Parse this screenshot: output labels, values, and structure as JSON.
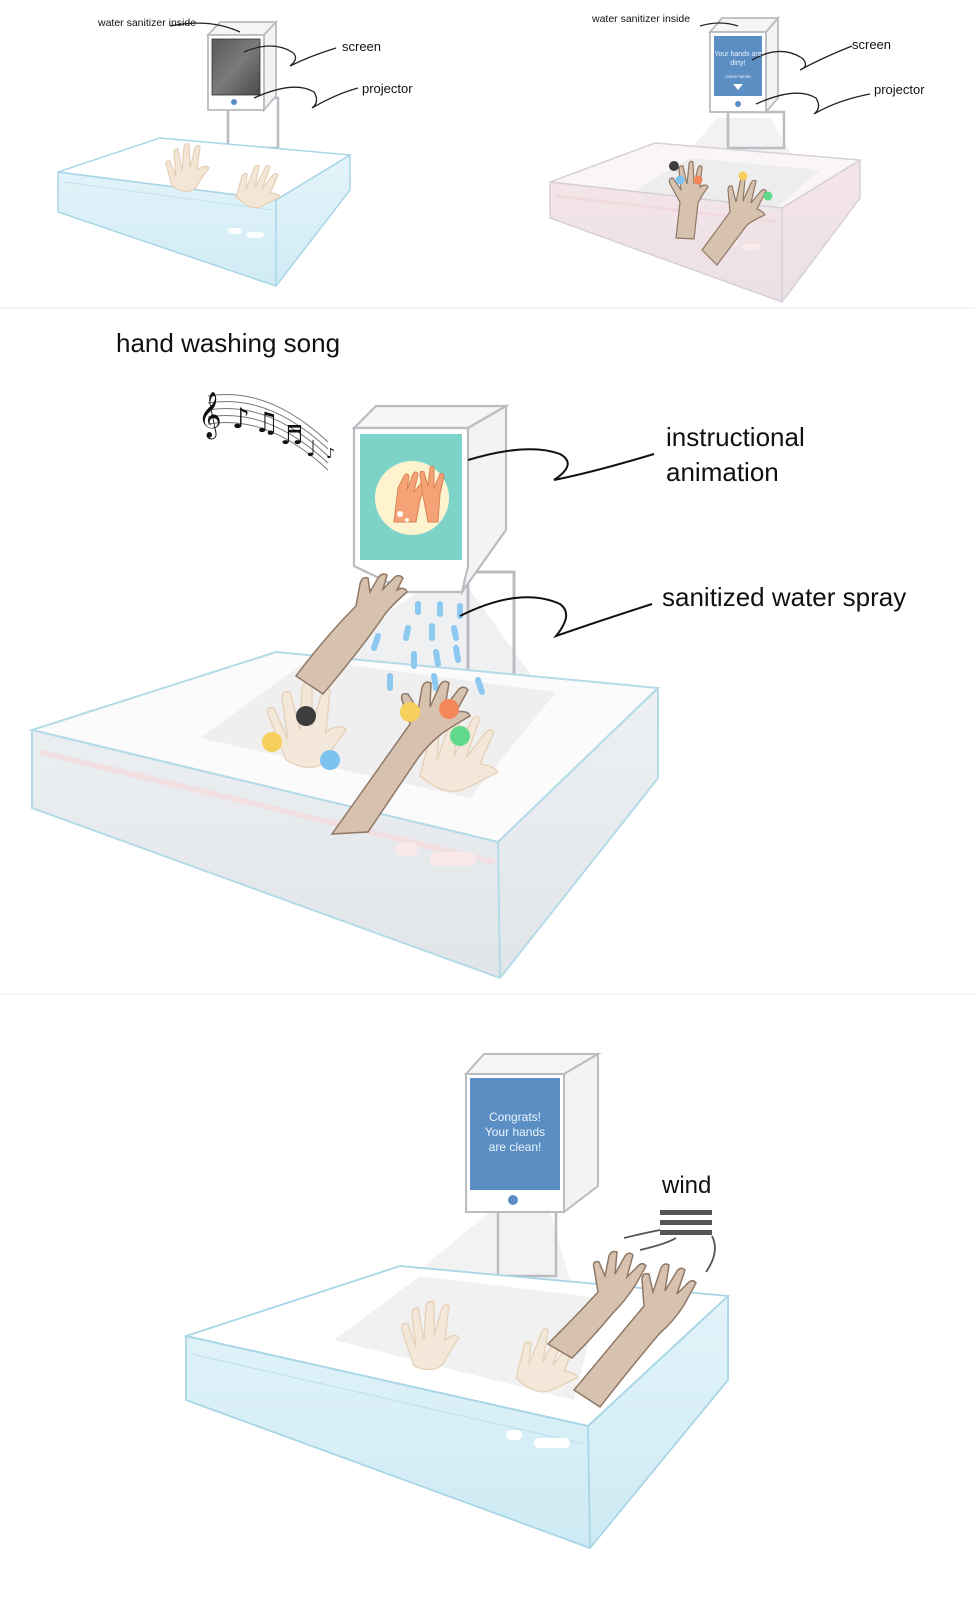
{
  "panel1": {
    "labels": {
      "sanitizer": "water sanitizer inside",
      "screen": "screen",
      "projector": "projector"
    }
  },
  "panel2": {
    "labels": {
      "sanitizer": "water sanitizer inside",
      "screen": "screen",
      "projector": "projector"
    },
    "screen_message": "Your hands are dirty!",
    "screen_button": "Clean hands"
  },
  "panel3": {
    "song_label": "hand washing song",
    "animation_label_line1": "instructional",
    "animation_label_line2": "animation",
    "spray_label": "sanitized water spray"
  },
  "panel4": {
    "screen_line1": "Congrats!",
    "screen_line2": "Your hands",
    "screen_line3": "are clean!",
    "wind_label": "wind"
  },
  "colors": {
    "germ_black": "#3d3d3d",
    "germ_yellow": "#f7cf5c",
    "germ_orange": "#f4865a",
    "germ_green": "#5fd98a",
    "germ_blue": "#7cc3ef",
    "screen_blue": "#5b8fc4",
    "screen_teal": "#7dd3c7",
    "water_drop": "#8cc8f0",
    "hand_fill": "#d6c2ae"
  }
}
